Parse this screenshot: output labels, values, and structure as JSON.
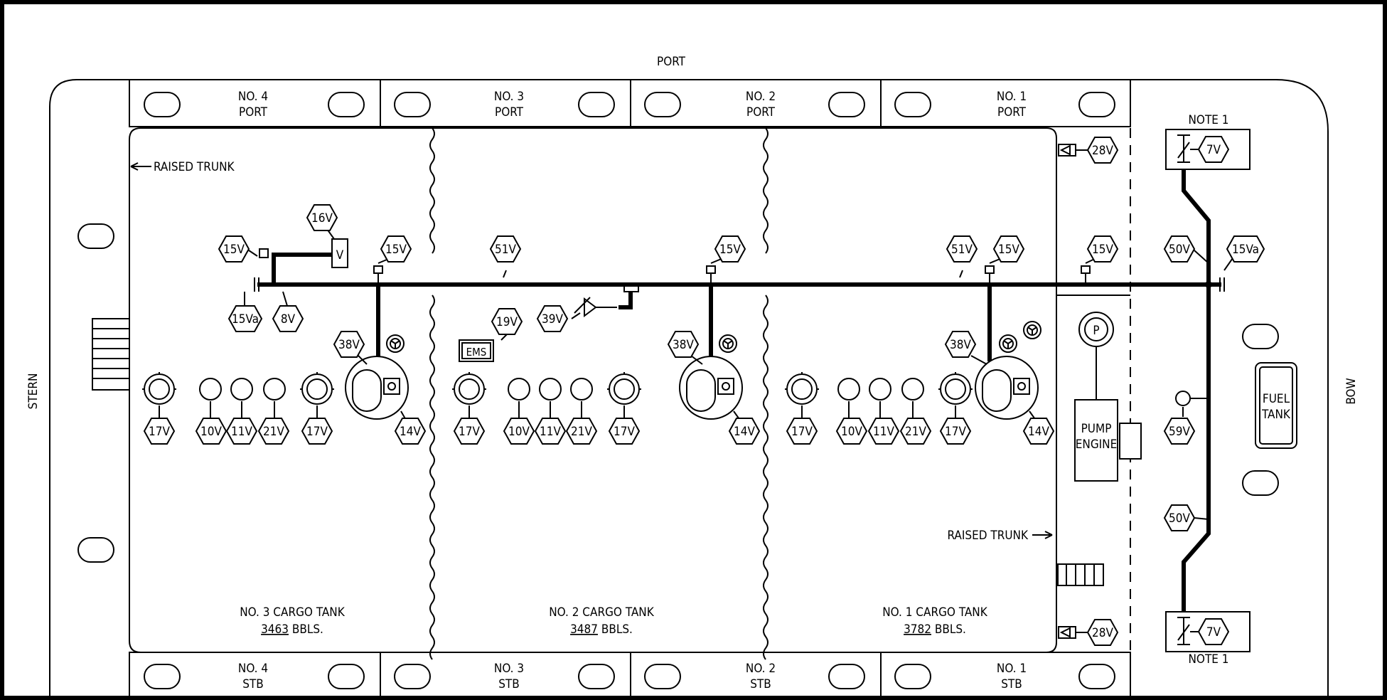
{
  "orientation": {
    "port": "PORT",
    "stern": "STERN",
    "bow": "BOW"
  },
  "wing_tanks": {
    "port": [
      {
        "no": "NO. 4",
        "side": "PORT"
      },
      {
        "no": "NO. 3",
        "side": "PORT"
      },
      {
        "no": "NO. 2",
        "side": "PORT"
      },
      {
        "no": "NO. 1",
        "side": "PORT"
      }
    ],
    "stb": [
      {
        "no": "NO. 4",
        "side": "STB"
      },
      {
        "no": "NO. 3",
        "side": "STB"
      },
      {
        "no": "NO. 2",
        "side": "STB"
      },
      {
        "no": "NO. 1",
        "side": "STB"
      }
    ]
  },
  "raised_trunk": {
    "aft": "RAISED TRUNK",
    "fwd": "RAISED TRUNK"
  },
  "cargo_tanks": [
    {
      "name": "NO. 3 CARGO TANK",
      "volume": "3463",
      "unit": "BBLS."
    },
    {
      "name": "NO. 2 CARGO TANK",
      "volume": "3487",
      "unit": "BBLS."
    },
    {
      "name": "NO. 1 CARGO TANK",
      "volume": "3782",
      "unit": "BBLS."
    }
  ],
  "notes": {
    "top": "NOTE 1",
    "bottom": "NOTE 1"
  },
  "equipment": {
    "pump_engine_1": "PUMP",
    "pump_engine_2": "ENGINE",
    "pump_symbol": "P",
    "fuel_tank_1": "FUEL",
    "fuel_tank_2": "TANK",
    "ems": "EMS",
    "vent_symbol": "V"
  },
  "callouts": {
    "v15": "15V",
    "v15a": "15Va",
    "v16": "16V",
    "v8": "8V",
    "v38": "38V",
    "v14": "14V",
    "v17": "17V",
    "v10": "10V",
    "v11": "11V",
    "v21": "21V",
    "v51": "51V",
    "v19": "19V",
    "v39": "39V",
    "v28": "28V",
    "v7": "7V",
    "v50": "50V",
    "v59": "59V"
  }
}
